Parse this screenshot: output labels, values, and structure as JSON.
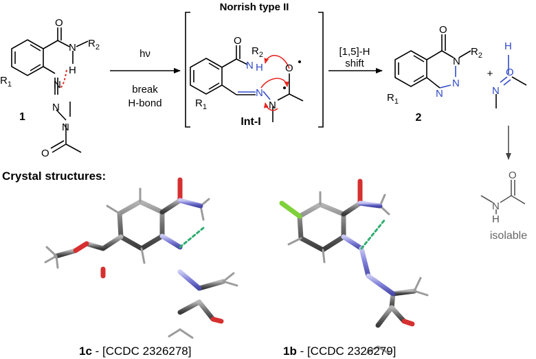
{
  "reaction": {
    "compound1_label": "1",
    "conditions_hv": "hν",
    "conditions_break": "break",
    "conditions_hbond": "H-bond",
    "bracket_title": "Norrish type II",
    "intermediate_label": "Int-I",
    "shift_line1": "[1,5]-H",
    "shift_line2": "shift",
    "product_label": "2",
    "plus": "+",
    "isolable_label": "isolable"
  },
  "atoms": {
    "O": "O",
    "N": "N",
    "H": "H",
    "R1": "R",
    "R1_sub": "1",
    "R2": "R",
    "R2_sub": "2"
  },
  "crystal": {
    "heading": "Crystal structures:",
    "left_caption_bold": "1c",
    "left_caption_rest": " - [CCDC 2326278]",
    "right_caption_bold": "1b",
    "right_caption_rest": " - [CCDC 2326279]"
  },
  "colors": {
    "blue": "#2f49c6",
    "red": "#e8251f",
    "grey_text": "#666666",
    "carbon": "#7a7a7a",
    "nitrogen": "#8f8fe0",
    "oxygen": "#d63030",
    "fluorine": "#7fd13a",
    "hbond": "#2fae70"
  }
}
